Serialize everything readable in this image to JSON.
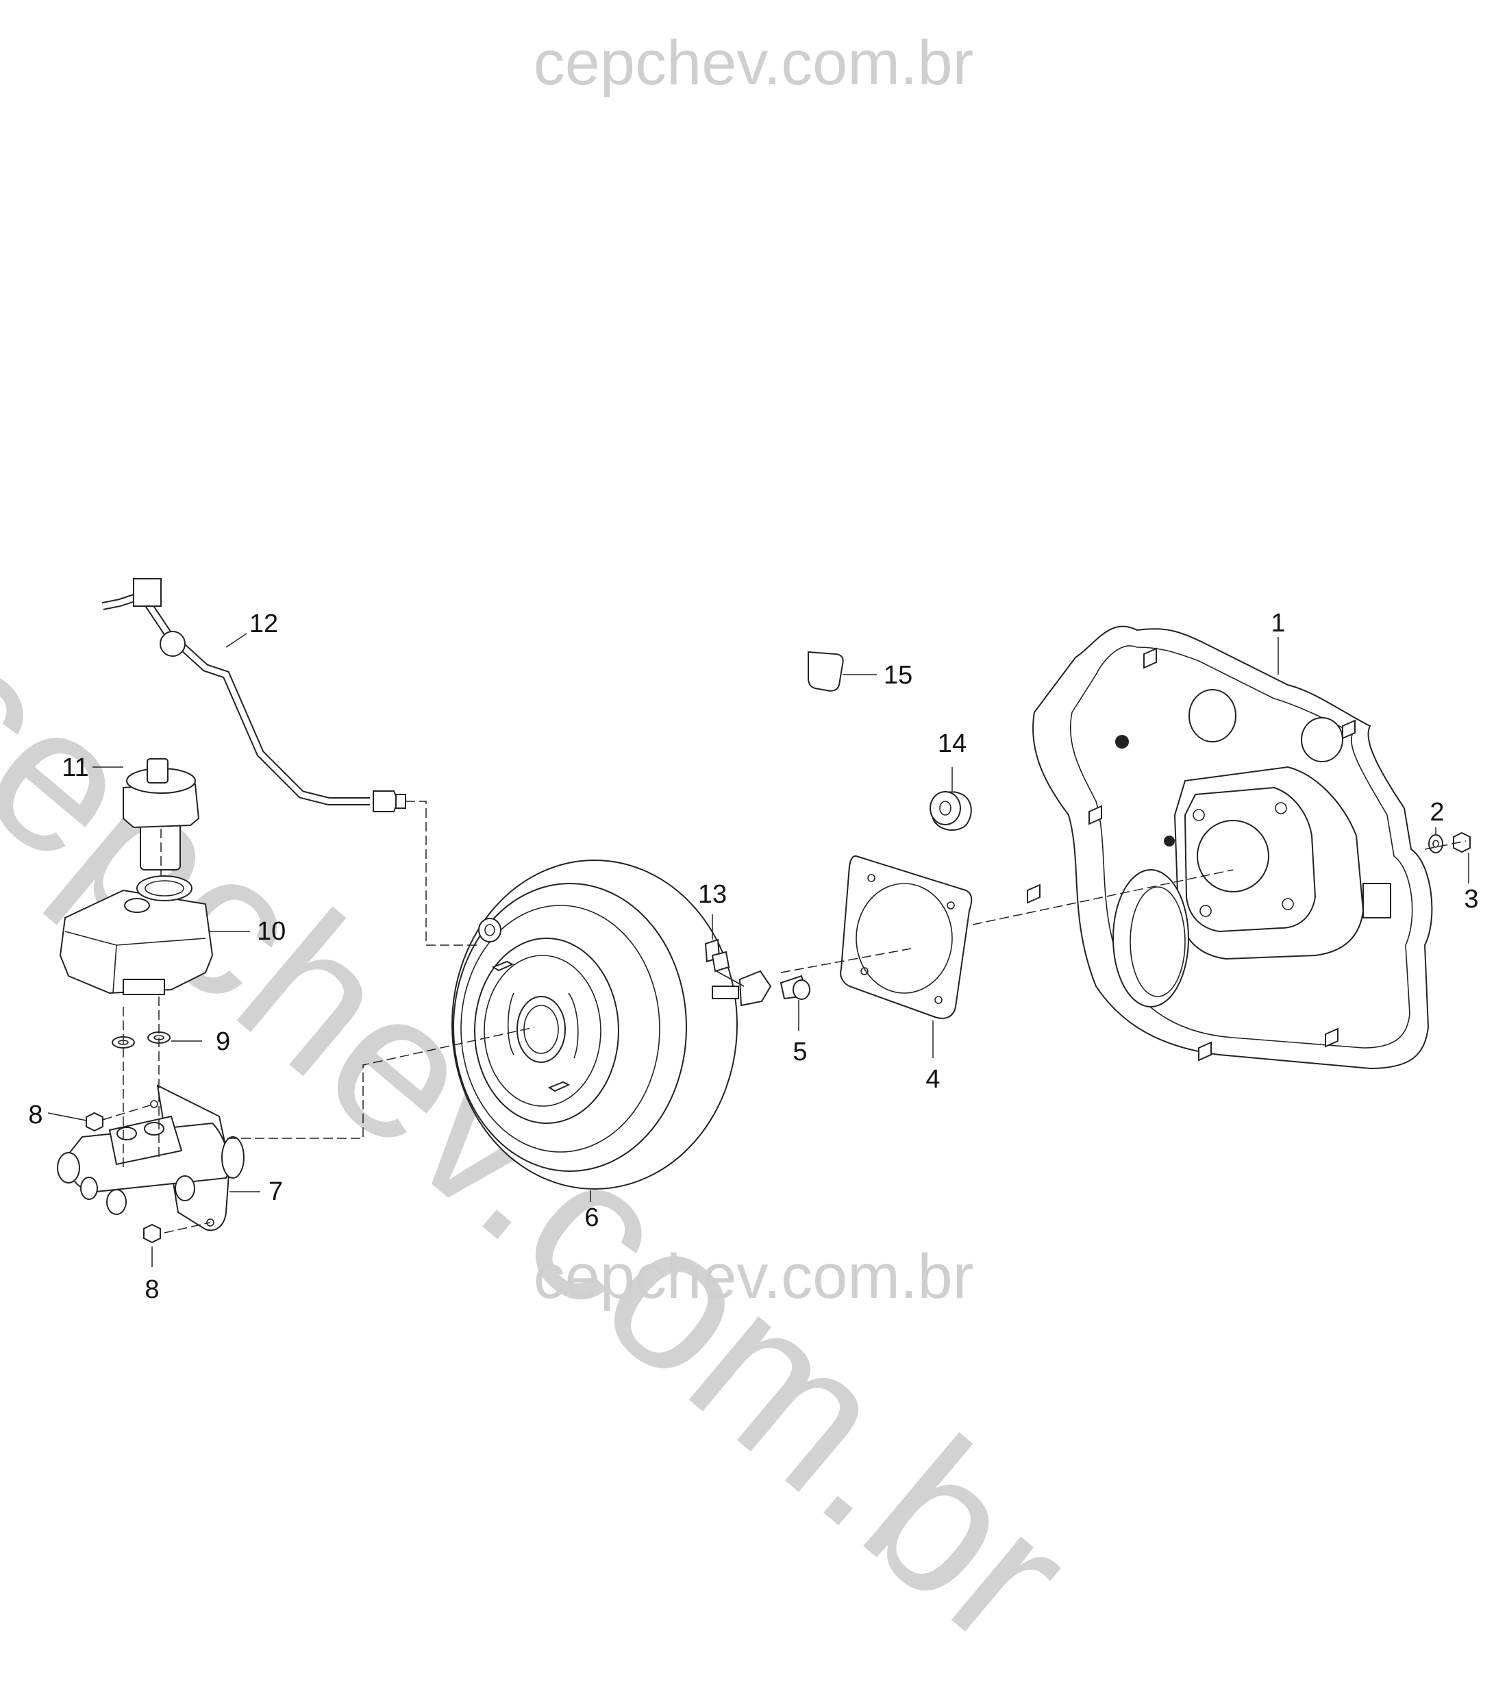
{
  "watermark": {
    "top": "cepchev.com.br",
    "bottom": "cepchev.com.br",
    "diagonal": "cepchev.com.br"
  },
  "callouts": {
    "c1": "1",
    "c2": "2",
    "c3": "3",
    "c4": "4",
    "c5": "5",
    "c6": "6",
    "c7": "7",
    "c8a": "8",
    "c8b": "8",
    "c9": "9",
    "c10": "10",
    "c11": "11",
    "c12": "12",
    "c13": "13",
    "c14": "14",
    "c15": "15"
  }
}
